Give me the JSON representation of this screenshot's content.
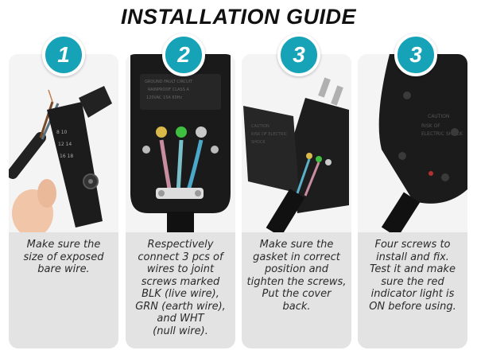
{
  "title": "INSTALLATION GUIDE",
  "steps": [
    {
      "number": "1",
      "caption": "Make sure the\nsize of exposed\nbare wire."
    },
    {
      "number": "2",
      "caption": "Respectively\nconnect 3 pcs of\nwires to joint\nscrews marked\nBLK (live wire),\nGRN (earth wire),\nand WHT\n(null wire)."
    },
    {
      "number": "3",
      "caption": "Make sure the\ngasket in correct\nposition and\ntighten the screws,\nPut the cover\nback."
    },
    {
      "number": "3",
      "caption": "Four screws to\ninstall and fix.\nTest it and make\nsure the red\nindicator light is\nON before using."
    }
  ],
  "icons": [
    "wire-stripper-photo",
    "open-plug-terminal-photo",
    "gasket-cover-photo",
    "closed-plug-photo"
  ],
  "colors": {
    "accent": "#16a2b7",
    "card": "#e3e3e3",
    "title": "#111111"
  }
}
